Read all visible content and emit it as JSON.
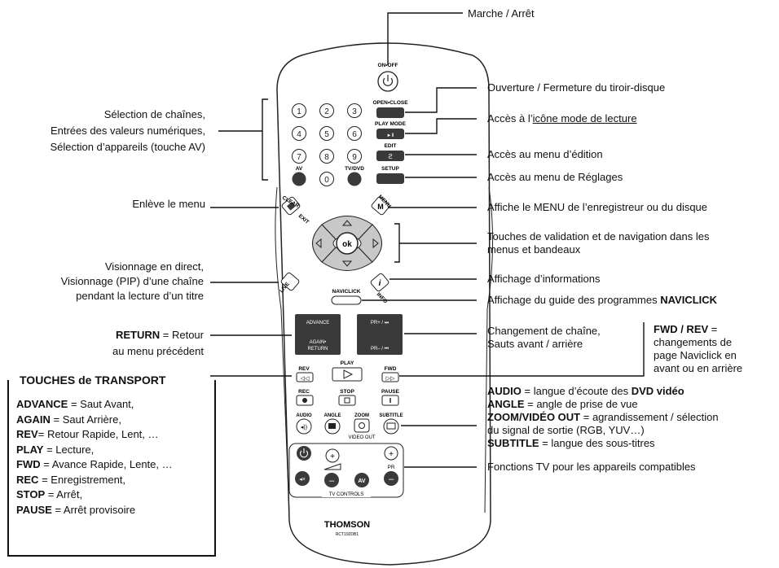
{
  "remote": {
    "brand": "THOMSON",
    "model": "RCT192DB1",
    "keys": {
      "on_off": "ON•OFF",
      "open_close": "OPEN•CLOSE",
      "play_mode": "PLAY MODE",
      "edit": "EDIT",
      "setup": "SETUP",
      "av": "AV",
      "tv_dvd": "TV/DVD",
      "clear": "CLEAR",
      "exit": "EXIT",
      "menu": "MENU",
      "ok": "ok",
      "live": "LIVE",
      "info": "INFO",
      "naviclick": "NAVICLICK",
      "advance": "ADVANCE",
      "again_return_1": "AGAIN•",
      "again_return_2": "RETURN",
      "pr_plus": "PR+ / ⏭",
      "pr_minus": "PR– / ⏮",
      "rev": "REV",
      "play": "PLAY",
      "fwd": "FWD",
      "rec": "REC",
      "stop": "STOP",
      "pause": "PAUSE",
      "audio": "AUDIO",
      "angle": "ANGLE",
      "zoom": "ZOOM",
      "subtitle": "SUBTITLE",
      "video_out": "VIDEO OUT",
      "tv_av": "AV",
      "tv_pr": "PR",
      "tv_controls": "TV CONTROLS",
      "digits": [
        "1",
        "2",
        "3",
        "4",
        "5",
        "6",
        "7",
        "8",
        "9",
        "0"
      ]
    }
  },
  "labels": {
    "marche": "Marche / Arrêt",
    "ouverture": "Ouverture / Fermeture du tiroir-disque",
    "acces_icone_pre": "Accès à l’",
    "acces_icone_link": "icône mode de lecture",
    "edition": "Accès au menu d’édition",
    "reglages": "Accès au menu de Réglages",
    "affiche_menu": "Affiche le MENU de l’enregistreur ou du disque",
    "validation_1": "Touches de validation et de navigation dans les",
    "validation_2": "menus et bandeaux",
    "informations": "Affichage d’informations",
    "guide_pre": "Affichage du guide des programmes ",
    "guide_bold": "NAVICLICK",
    "changement_1": "Changement de chaîne,",
    "changement_2": "Sauts avant / arrière",
    "fwdrev_bold": "FWD / REV",
    "fwdrev_1": " =",
    "fwdrev_2": "changements de",
    "fwdrev_3": "page Naviclick en",
    "fwdrev_4": "avant ou en arrière",
    "audio_bold": "AUDIO",
    "audio_mid": " = langue d’écoute des ",
    "audio_bold2": "DVD vidéo",
    "angle_bold": "ANGLE",
    "angle_rest": " = angle de prise de vue",
    "zoom_bold": "ZOOM/VIDÉO OUT",
    "zoom_rest": " = agrandissement / sélection",
    "zoom_line2": "du signal de sortie (RGB, YUV…)",
    "subtitle_bold": "SUBTITLE",
    "subtitle_rest": " = langue des sous-titres",
    "fonctions_tv": "Fonctions TV pour les appareils compatibles",
    "selection_1": "Sélection de chaînes,",
    "selection_2": "Entrées des valeurs numériques,",
    "selection_3": "Sélection d’appareils (touche AV)",
    "enleve": "Enlève le menu",
    "visio_1": "Visionnage en direct,",
    "visio_2": "Visionnage (PIP) d’une chaîne",
    "visio_3": "pendant la lecture d’un titre",
    "return_bold": "RETURN",
    "return_1": " = Retour",
    "return_2": "au menu précédent"
  },
  "transport": {
    "title": "TOUCHES de TRANSPORT",
    "items": [
      {
        "key": "ADVANCE",
        "desc": " = Saut Avant,"
      },
      {
        "key": "AGAIN",
        "desc": " = Saut Arrière,"
      },
      {
        "key": "REV",
        "desc": "= Retour Rapide, Lent, …"
      },
      {
        "key": "PLAY",
        "desc": " = Lecture,"
      },
      {
        "key": "FWD",
        "desc": " = Avance Rapide, Lente, …"
      },
      {
        "key": "REC",
        "desc": " = Enregistrement,"
      },
      {
        "key": "STOP",
        "desc": " = Arrêt,"
      },
      {
        "key": "PAUSE",
        "desc": " = Arrêt provisoire"
      }
    ]
  },
  "colors": {
    "remote_body": "#ffffff",
    "outline": "#222222",
    "button_dark": "#3a3a3a",
    "button_grey": "#d0d0d0",
    "nav_grey": "#c8c8c8"
  }
}
